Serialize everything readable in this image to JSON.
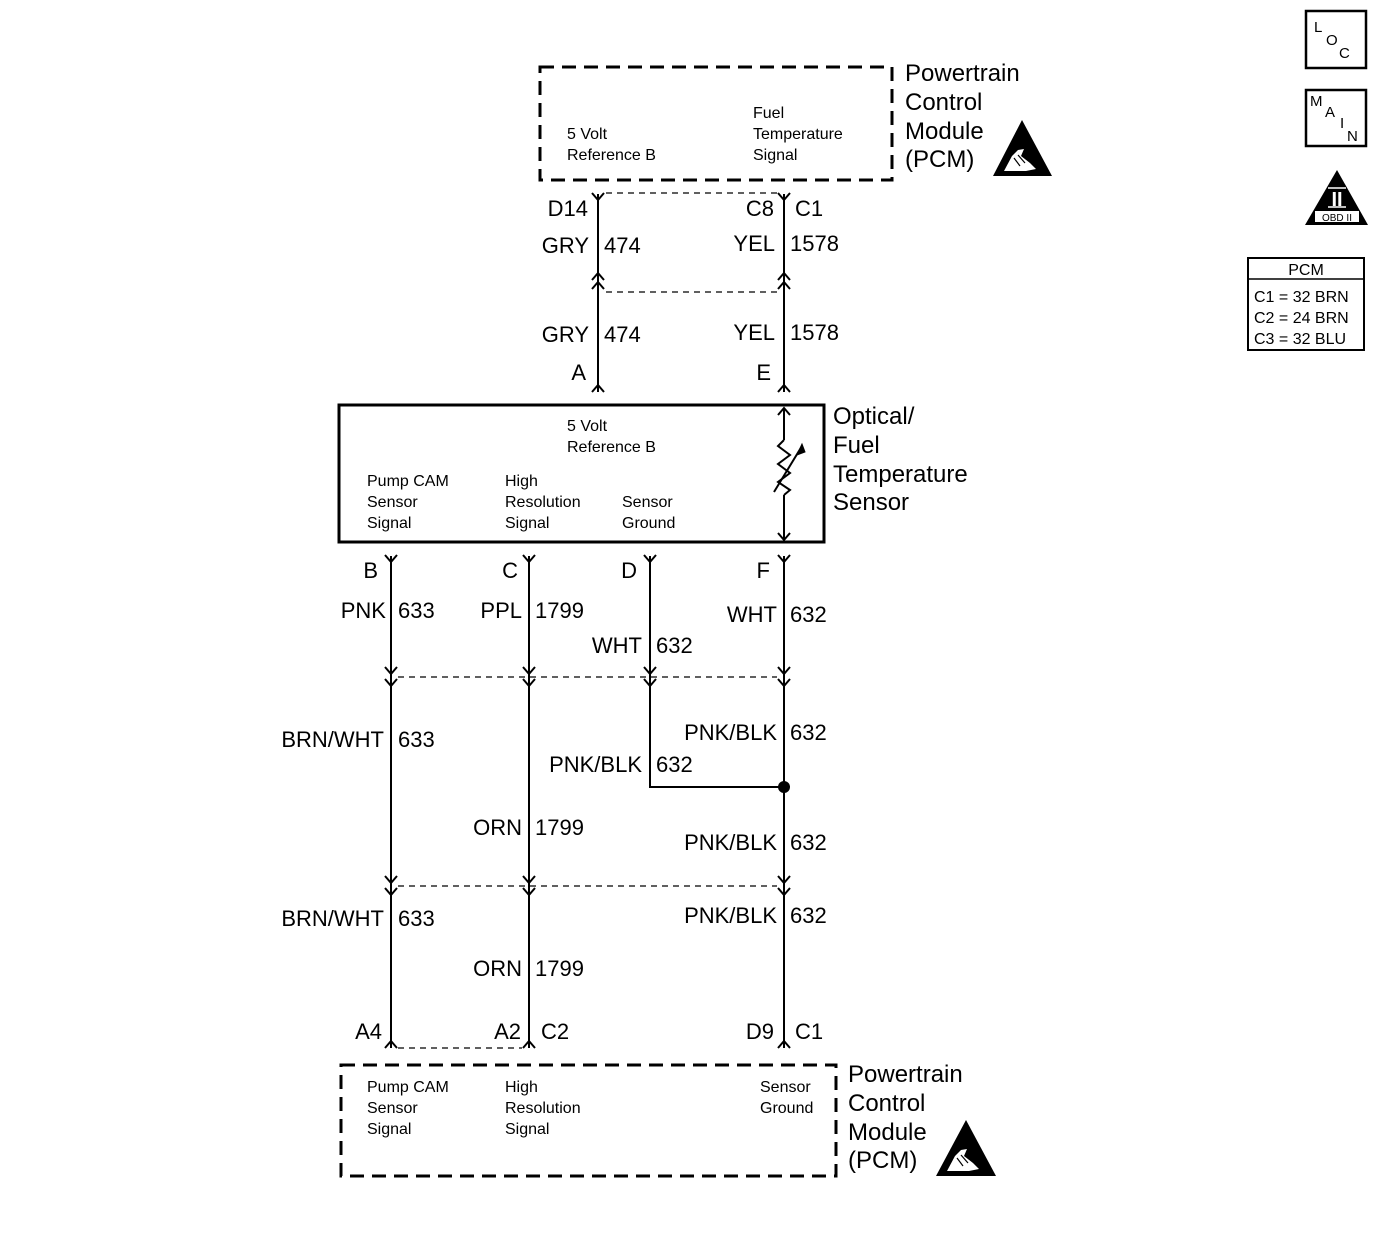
{
  "top_pcm": {
    "title": [
      "Powertrain",
      "Control",
      "Module",
      "(PCM)"
    ],
    "ref_label": [
      "5 Volt",
      "Reference B"
    ],
    "fuel_label": [
      "Fuel",
      "Temperature",
      "Signal"
    ]
  },
  "upper_harness": {
    "ref_wire": {
      "pcm_cavity": "D14",
      "segments": [
        {
          "color": "GRY",
          "circuit": "474"
        },
        {
          "color": "GRY",
          "circuit": "474"
        }
      ],
      "sensor_cavity": "A"
    },
    "fuel_wire": {
      "pcm_cavity": "C8",
      "pcm_connector": "C1",
      "segments": [
        {
          "color": "YEL",
          "circuit": "1578"
        },
        {
          "color": "YEL",
          "circuit": "1578"
        }
      ],
      "sensor_cavity": "E"
    }
  },
  "sensor": {
    "title": [
      "Optical/",
      "Fuel",
      "Temperature",
      "Sensor"
    ],
    "ref_label": [
      "5 Volt",
      "Reference B"
    ],
    "pump_cam_label": [
      "Pump CAM",
      "Sensor",
      "Signal"
    ],
    "high_res_label": [
      "High",
      "Resolution",
      "Signal"
    ],
    "ground_label": [
      "Sensor",
      "Ground"
    ]
  },
  "lower_harness": {
    "pump_cam_wire": {
      "sensor_cavity": "B",
      "segments": [
        {
          "color": "PNK",
          "circuit": "633"
        },
        {
          "color": "BRN/WHT",
          "circuit": "633"
        },
        {
          "color": "BRN/WHT",
          "circuit": "633"
        }
      ],
      "pcm_cavity": "A4"
    },
    "high_res_wire": {
      "sensor_cavity": "C",
      "segments": [
        {
          "color": "PPL",
          "circuit": "1799"
        },
        {
          "color": "ORN",
          "circuit": "1799"
        },
        {
          "color": "ORN",
          "circuit": "1799"
        }
      ],
      "pcm_cavity": "A2",
      "pcm_connector": "C2"
    },
    "ground_d_wire": {
      "sensor_cavity": "D",
      "segments": [
        {
          "color": "WHT",
          "circuit": "632"
        },
        {
          "color": "PNK/BLK",
          "circuit": "632"
        }
      ]
    },
    "ground_f_wire": {
      "sensor_cavity": "F",
      "segments": [
        {
          "color": "WHT",
          "circuit": "632"
        },
        {
          "color": "PNK/BLK",
          "circuit": "632"
        },
        {
          "color": "PNK/BLK",
          "circuit": "632"
        },
        {
          "color": "PNK/BLK",
          "circuit": "632"
        }
      ],
      "pcm_cavity": "D9",
      "pcm_connector": "C1"
    }
  },
  "bottom_pcm": {
    "title": [
      "Powertrain",
      "Control",
      "Module",
      "(PCM)"
    ],
    "pump_cam_label": [
      "Pump CAM",
      "Sensor",
      "Signal"
    ],
    "high_res_label": [
      "High",
      "Resolution",
      "Signal"
    ],
    "ground_label": [
      "Sensor",
      "Ground"
    ]
  },
  "legend_icons": {
    "loc": [
      "L",
      "O",
      "C"
    ],
    "main": [
      "M",
      "A",
      "I",
      "N"
    ],
    "obd": {
      "numeral": "II",
      "label": "OBD II"
    }
  },
  "pcm_connector_table": {
    "header": "PCM",
    "rows": [
      "C1 = 32 BRN",
      "C2 = 24 BRN",
      "C3 = 32 BLU"
    ]
  }
}
